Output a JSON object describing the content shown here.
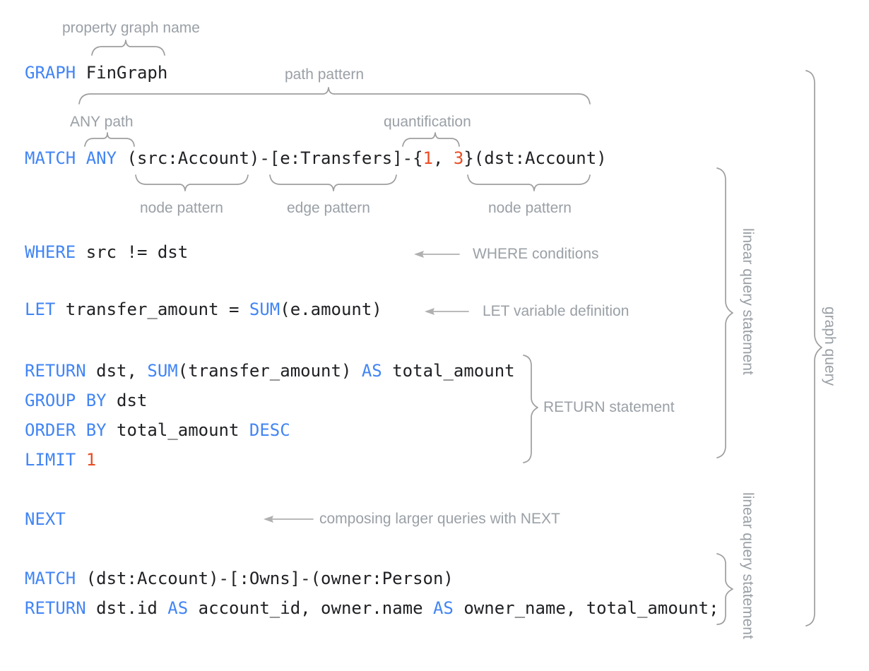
{
  "diagram": {
    "title": "GQL graph query annotated syntax diagram",
    "colors": {
      "keyword": "#4285f4",
      "literal": "#ea4c23",
      "plain": "#202124",
      "annotation": "#9aa0a6",
      "brace": "#9e9e9e",
      "background": "#ffffff"
    }
  },
  "code": {
    "lines": [
      {
        "id": "graph-line",
        "tokens": [
          {
            "text": "GRAPH",
            "kind": "keyword"
          },
          {
            "text": " FinGraph",
            "kind": "plain"
          }
        ]
      },
      {
        "id": "match-line",
        "tokens": [
          {
            "text": "MATCH",
            "kind": "keyword"
          },
          {
            "text": " ",
            "kind": "plain"
          },
          {
            "text": "ANY",
            "kind": "keyword"
          },
          {
            "text": " (src:Account)-[e:Transfers]-{",
            "kind": "plain"
          },
          {
            "text": "1",
            "kind": "literal"
          },
          {
            "text": ", ",
            "kind": "plain"
          },
          {
            "text": "3",
            "kind": "literal"
          },
          {
            "text": "}(dst:Account)",
            "kind": "plain"
          }
        ]
      },
      {
        "id": "where-line",
        "tokens": [
          {
            "text": "WHERE",
            "kind": "keyword"
          },
          {
            "text": " src != dst",
            "kind": "plain"
          }
        ]
      },
      {
        "id": "let-line",
        "tokens": [
          {
            "text": "LET",
            "kind": "keyword"
          },
          {
            "text": " transfer_amount = ",
            "kind": "plain"
          },
          {
            "text": "SUM",
            "kind": "keyword"
          },
          {
            "text": "(e.amount)",
            "kind": "plain"
          }
        ]
      },
      {
        "id": "return-line",
        "tokens": [
          {
            "text": "RETURN",
            "kind": "keyword"
          },
          {
            "text": " dst, ",
            "kind": "plain"
          },
          {
            "text": "SUM",
            "kind": "keyword"
          },
          {
            "text": "(transfer_amount) ",
            "kind": "plain"
          },
          {
            "text": "AS",
            "kind": "keyword"
          },
          {
            "text": " total_amount",
            "kind": "plain"
          }
        ]
      },
      {
        "id": "group-by-line",
        "tokens": [
          {
            "text": "GROUP BY",
            "kind": "keyword"
          },
          {
            "text": " dst",
            "kind": "plain"
          }
        ]
      },
      {
        "id": "order-by-line",
        "tokens": [
          {
            "text": "ORDER BY",
            "kind": "keyword"
          },
          {
            "text": " total_amount ",
            "kind": "plain"
          },
          {
            "text": "DESC",
            "kind": "keyword"
          }
        ]
      },
      {
        "id": "limit-line",
        "tokens": [
          {
            "text": "LIMIT",
            "kind": "keyword"
          },
          {
            "text": " ",
            "kind": "plain"
          },
          {
            "text": "1",
            "kind": "literal"
          }
        ]
      },
      {
        "id": "next-line",
        "tokens": [
          {
            "text": "NEXT",
            "kind": "keyword"
          }
        ]
      },
      {
        "id": "match2-line",
        "tokens": [
          {
            "text": "MATCH",
            "kind": "keyword"
          },
          {
            "text": " (dst:Account)-[:Owns]-(owner:Person)",
            "kind": "plain"
          }
        ]
      },
      {
        "id": "return2-line",
        "tokens": [
          {
            "text": "RETURN",
            "kind": "keyword"
          },
          {
            "text": " dst.id ",
            "kind": "plain"
          },
          {
            "text": "AS",
            "kind": "keyword"
          },
          {
            "text": " account_id, owner.name ",
            "kind": "plain"
          },
          {
            "text": "AS",
            "kind": "keyword"
          },
          {
            "text": " owner_name, total_amount;",
            "kind": "plain"
          }
        ]
      }
    ]
  },
  "annotations": {
    "property_graph_name": "property graph name",
    "path_pattern": "path pattern",
    "any_path": "ANY path",
    "quantification": "quantification",
    "node_pattern_left": "node pattern",
    "edge_pattern": "edge pattern",
    "node_pattern_right": "node pattern",
    "where_conditions": "WHERE conditions",
    "let_variable_definition": "LET variable definition",
    "return_statement": "RETURN statement",
    "composing_next": "composing larger queries with NEXT",
    "linear_query_statement_1": "linear query statement",
    "linear_query_statement_2": "linear query statement",
    "graph_query": "graph query"
  }
}
